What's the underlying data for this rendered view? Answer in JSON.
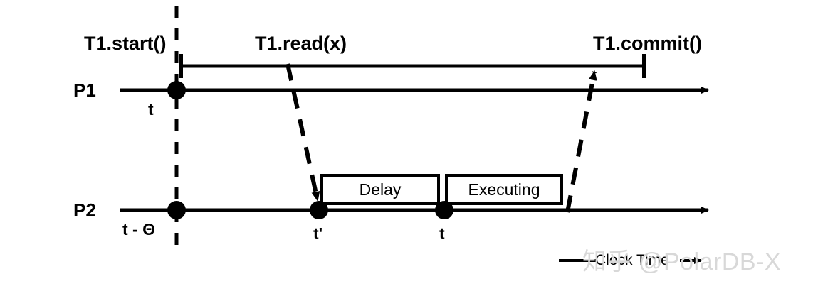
{
  "diagram": {
    "title_labels": {
      "start_call": "T1.start()",
      "read_call": "T1.read(x)",
      "commit_call": "T1.commit()"
    },
    "processes": [
      {
        "name": "P1",
        "label": "P1",
        "tick_label": "t"
      },
      {
        "name": "P2",
        "label": "P2",
        "tick_label": "t - Θ"
      }
    ],
    "p2_ticks": [
      {
        "name": "t-prime",
        "label": "t'"
      },
      {
        "name": "t",
        "label": "t"
      }
    ],
    "phases": [
      {
        "name": "delay",
        "label": "Delay"
      },
      {
        "name": "executing",
        "label": "Executing"
      }
    ],
    "legend": {
      "clock_time_label": "Clock Time"
    },
    "watermark": {
      "text": "知乎 @PolarDB-X"
    },
    "colors": {
      "stroke": "#000000",
      "background": "#ffffff",
      "watermark": "#d8d8d8"
    }
  }
}
